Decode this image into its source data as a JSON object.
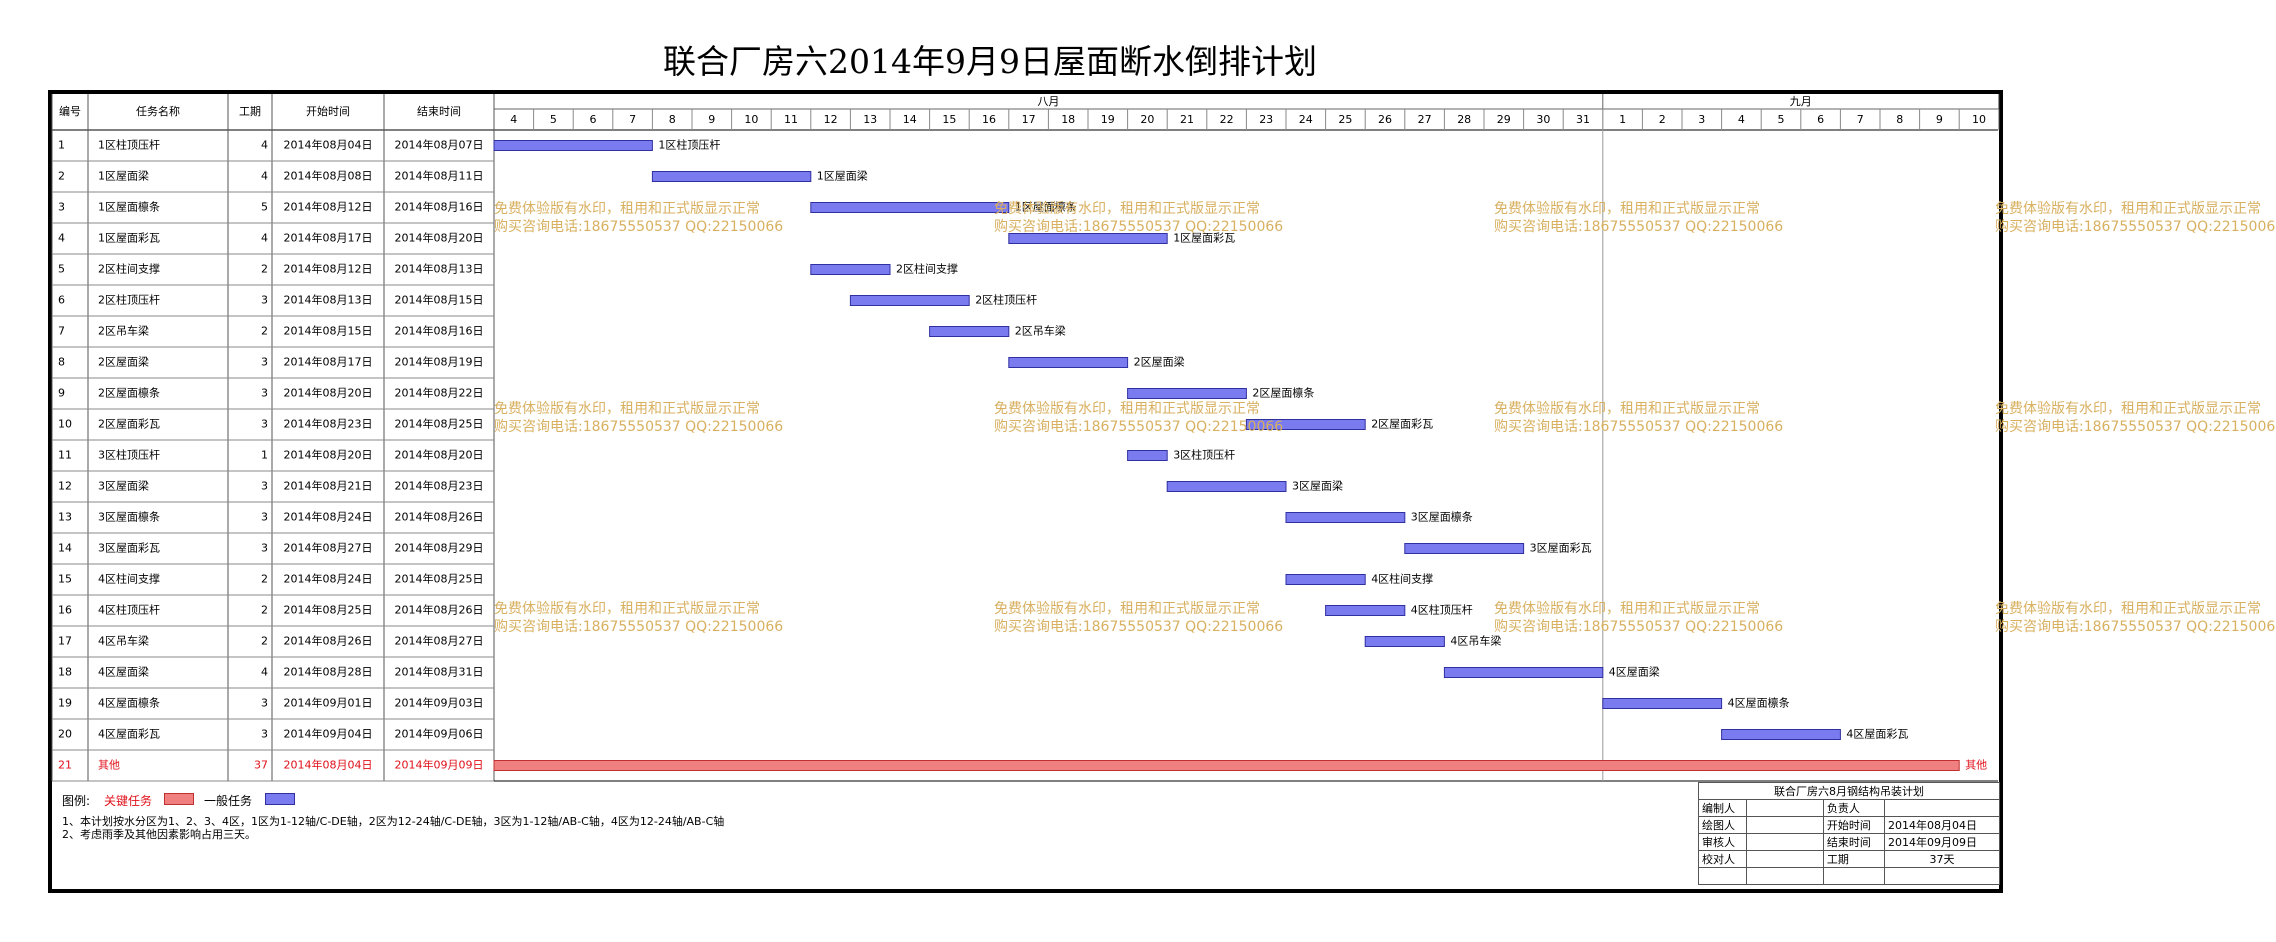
{
  "title": "联合厂房六2014年9月9日屋面断水倒排计划",
  "columns": [
    "编号",
    "任务名称",
    "工期",
    "开始时间",
    "结束时间"
  ],
  "months": [
    {
      "label": "八月",
      "first_day": 4,
      "last_day": 31
    },
    {
      "label": "九月",
      "first_day": 1,
      "last_day": 10
    }
  ],
  "chart_data": {
    "type": "gantt",
    "title": "联合厂房六2014年9月9日屋面断水倒排计划",
    "x_range": [
      "2014-08-04",
      "2014-09-10"
    ],
    "tasks": [
      {
        "id": "1",
        "name": "1区柱顶压杆",
        "duration": "4",
        "start": "2014年08月04日",
        "end": "2014年08月07日",
        "start_date": "2014-08-04",
        "end_date": "2014-08-07",
        "critical": false
      },
      {
        "id": "2",
        "name": "1区屋面梁",
        "duration": "4",
        "start": "2014年08月08日",
        "end": "2014年08月11日",
        "start_date": "2014-08-08",
        "end_date": "2014-08-11",
        "critical": false
      },
      {
        "id": "3",
        "name": "1区屋面檩条",
        "duration": "5",
        "start": "2014年08月12日",
        "end": "2014年08月16日",
        "start_date": "2014-08-12",
        "end_date": "2014-08-16",
        "critical": false
      },
      {
        "id": "4",
        "name": "1区屋面彩瓦",
        "duration": "4",
        "start": "2014年08月17日",
        "end": "2014年08月20日",
        "start_date": "2014-08-17",
        "end_date": "2014-08-20",
        "critical": false
      },
      {
        "id": "5",
        "name": "2区柱间支撑",
        "duration": "2",
        "start": "2014年08月12日",
        "end": "2014年08月13日",
        "start_date": "2014-08-12",
        "end_date": "2014-08-13",
        "critical": false
      },
      {
        "id": "6",
        "name": "2区柱顶压杆",
        "duration": "3",
        "start": "2014年08月13日",
        "end": "2014年08月15日",
        "start_date": "2014-08-13",
        "end_date": "2014-08-15",
        "critical": false
      },
      {
        "id": "7",
        "name": "2区吊车梁",
        "duration": "2",
        "start": "2014年08月15日",
        "end": "2014年08月16日",
        "start_date": "2014-08-15",
        "end_date": "2014-08-16",
        "critical": false
      },
      {
        "id": "8",
        "name": "2区屋面梁",
        "duration": "3",
        "start": "2014年08月17日",
        "end": "2014年08月19日",
        "start_date": "2014-08-17",
        "end_date": "2014-08-19",
        "critical": false
      },
      {
        "id": "9",
        "name": "2区屋面檩条",
        "duration": "3",
        "start": "2014年08月20日",
        "end": "2014年08月22日",
        "start_date": "2014-08-20",
        "end_date": "2014-08-22",
        "critical": false
      },
      {
        "id": "10",
        "name": "2区屋面彩瓦",
        "duration": "3",
        "start": "2014年08月23日",
        "end": "2014年08月25日",
        "start_date": "2014-08-23",
        "end_date": "2014-08-25",
        "critical": false
      },
      {
        "id": "11",
        "name": "3区柱顶压杆",
        "duration": "1",
        "start": "2014年08月20日",
        "end": "2014年08月20日",
        "start_date": "2014-08-20",
        "end_date": "2014-08-20",
        "critical": false
      },
      {
        "id": "12",
        "name": "3区屋面梁",
        "duration": "3",
        "start": "2014年08月21日",
        "end": "2014年08月23日",
        "start_date": "2014-08-21",
        "end_date": "2014-08-23",
        "critical": false
      },
      {
        "id": "13",
        "name": "3区屋面檩条",
        "duration": "3",
        "start": "2014年08月24日",
        "end": "2014年08月26日",
        "start_date": "2014-08-24",
        "end_date": "2014-08-26",
        "critical": false
      },
      {
        "id": "14",
        "name": "3区屋面彩瓦",
        "duration": "3",
        "start": "2014年08月27日",
        "end": "2014年08月29日",
        "start_date": "2014-08-27",
        "end_date": "2014-08-29",
        "critical": false
      },
      {
        "id": "15",
        "name": "4区柱间支撑",
        "duration": "2",
        "start": "2014年08月24日",
        "end": "2014年08月25日",
        "start_date": "2014-08-24",
        "end_date": "2014-08-25",
        "critical": false
      },
      {
        "id": "16",
        "name": "4区柱顶压杆",
        "duration": "2",
        "start": "2014年08月25日",
        "end": "2014年08月26日",
        "start_date": "2014-08-25",
        "end_date": "2014-08-26",
        "critical": false
      },
      {
        "id": "17",
        "name": "4区吊车梁",
        "duration": "2",
        "start": "2014年08月26日",
        "end": "2014年08月27日",
        "start_date": "2014-08-26",
        "end_date": "2014-08-27",
        "critical": false
      },
      {
        "id": "18",
        "name": "4区屋面梁",
        "duration": "4",
        "start": "2014年08月28日",
        "end": "2014年08月31日",
        "start_date": "2014-08-28",
        "end_date": "2014-08-31",
        "critical": false
      },
      {
        "id": "19",
        "name": "4区屋面檩条",
        "duration": "3",
        "start": "2014年09月01日",
        "end": "2014年09月03日",
        "start_date": "2014-09-01",
        "end_date": "2014-09-03",
        "critical": false
      },
      {
        "id": "20",
        "name": "4区屋面彩瓦",
        "duration": "3",
        "start": "2014年09月04日",
        "end": "2014年09月06日",
        "start_date": "2014-09-04",
        "end_date": "2014-09-06",
        "critical": false
      },
      {
        "id": "21",
        "name": "其他",
        "duration": "37",
        "start": "2014年08月04日",
        "end": "2014年09月09日",
        "start_date": "2014-08-04",
        "end_date": "2014-09-09",
        "critical": true
      }
    ],
    "critical_color": "#f08080",
    "normal_color": "#7b7bf0",
    "today_line": "2014-09-01"
  },
  "legend": {
    "label": "图例:",
    "critical": "关键任务",
    "normal": "一般任务"
  },
  "notes": [
    "1、本计划按水分区为1、2、3、4区，1区为1-12轴/C-DE轴，2区为12-24轴/C-DE轴，3区为1-12轴/AB-C轴，4区为12-24轴/AB-C轴",
    "2、考虑雨季及其他因素影响占用三天。"
  ],
  "signature": {
    "title": "联合厂房六8月钢结构吊装计划",
    "rows": [
      [
        "编制人",
        "",
        "负责人",
        ""
      ],
      [
        "绘图人",
        "",
        "开始时间",
        "2014年08月04日"
      ],
      [
        "审核人",
        "",
        "结束时间",
        "2014年09月09日"
      ],
      [
        "校对人",
        "",
        "工期",
        "37天"
      ],
      [
        "",
        "",
        "",
        ""
      ]
    ]
  },
  "watermark": {
    "line1": "免费体验版有水印，租用和正式版显示正常",
    "line2": "购买咨询电话:18675550537 QQ:22150066"
  },
  "colors": {
    "critical_text": "#e0101a",
    "watermark": "#d8b060",
    "grid": "#888888"
  }
}
